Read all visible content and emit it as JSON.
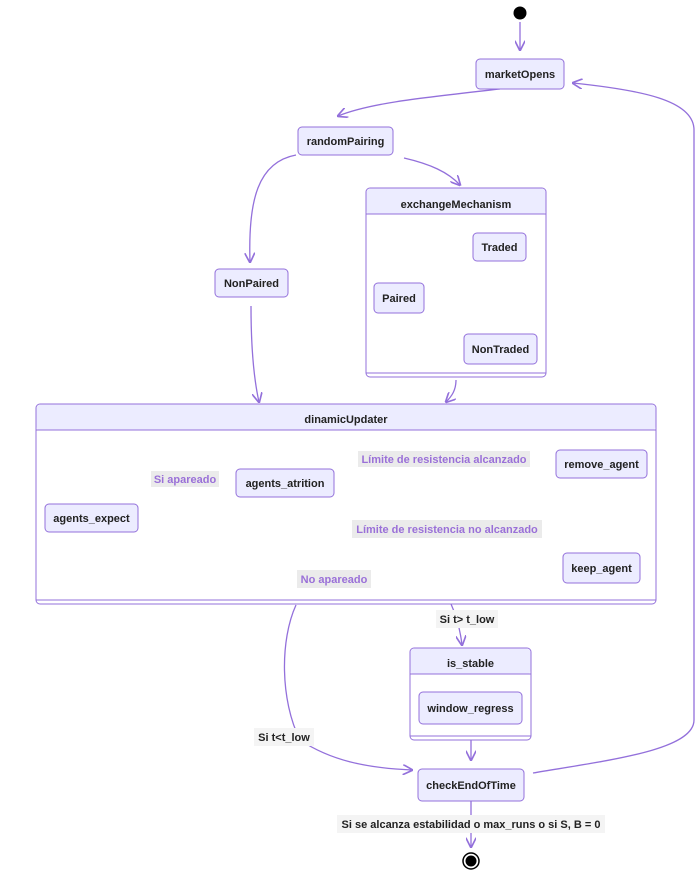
{
  "diagram": {
    "colors": {
      "node_fill": "#ececff",
      "stroke": "#9370db",
      "text": "#222222",
      "label_purple": "#9a70d8"
    },
    "states": {
      "marketOpens": "marketOpens",
      "randomPairing": "randomPairing",
      "exchangeMechanism": "exchangeMechanism",
      "Paired": "Paired",
      "Traded": "Traded",
      "NonTraded": "NonTraded",
      "NonPaired": "NonPaired",
      "dinamicUpdater": "dinamicUpdater",
      "agents_expect": "agents_expect",
      "agents_atrition": "agents_atrition",
      "remove_agent": "remove_agent",
      "keep_agent": "keep_agent",
      "is_stable": "is_stable",
      "window_regress": "window_regress",
      "checkEndOfTime": "checkEndOfTime"
    },
    "transitions": {
      "si_apareado": "Si apareado",
      "limite_alcanzado": "Límite de resistencia alcanzado",
      "limite_no_alcanzado": "Límite de resistencia no alcanzado",
      "no_apareado": "No apareado",
      "t_greater_low": "Si t> t_low",
      "t_less_low": "Si t<t_low",
      "end_condition": "Si se alcanza estabilidad o max_runs o si S, B = 0"
    }
  }
}
